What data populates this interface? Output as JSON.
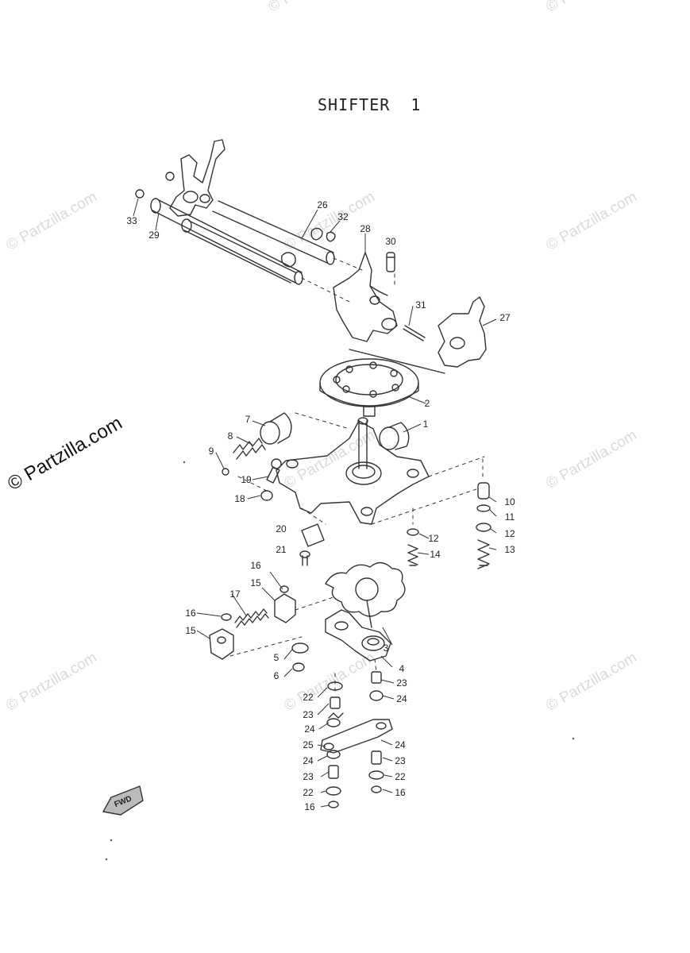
{
  "title": "SHIFTER  1",
  "watermark": "© Partzilla.com",
  "fwd_label": "FWD",
  "callouts": [
    "1",
    "2",
    "3",
    "4",
    "5",
    "6",
    "7",
    "8",
    "9",
    "10",
    "11",
    "12",
    "13",
    "14",
    "15",
    "15",
    "16",
    "16",
    "16",
    "16",
    "17",
    "18",
    "19",
    "20",
    "21",
    "22",
    "22",
    "22",
    "23",
    "23",
    "23",
    "23",
    "24",
    "24",
    "24",
    "24",
    "25",
    "26",
    "27",
    "28",
    "29",
    "30",
    "31",
    "32",
    "33"
  ]
}
